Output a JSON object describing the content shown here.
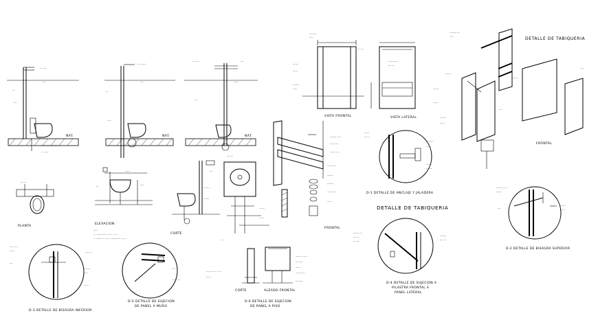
{
  "labels": {
    "detalle_tabiqueria_top": "DETALLE DE TABIQUERIA",
    "detalle_tabiqueria_mid": "DETALLE DE TABIQUERIA",
    "vista_frontal": "VISTA FRONTAL",
    "vista_lateral": "VISTA LATERAL",
    "frontal_small": "FRONTAL",
    "frontal_right": "FRONTAL",
    "planta": "PLANTA",
    "elevacion": "ELEVACION",
    "corte_mid": "CORTE",
    "corte_bottom": "CORTE",
    "alzado_frontal": "ALZADO FRONTAL",
    "nat_1": "NAT.",
    "nat_2": "NAT.",
    "nat_3": "NAT.",
    "d1": "D-1 DETALLE DE ANCLAJE Y JALADERA",
    "d2": "D-2 DETALLE DE BISAGRA SUPERIOR",
    "d3": "D-3 DETALLE DE BISAGRA INFERIOR",
    "d4_l1": "D-4 DETALLE DE SUJECION A",
    "d4_l2": "PILASTRA FRONTAL A",
    "d4_l3": "PANEL LATERAL",
    "d5_l1": "D-5 DETALLE DE SUJECION",
    "d5_l2": "DE PANEL A MURO",
    "d6_l1": "D-6 DETALLE DE SUJECION",
    "d6_l2": "DE PANEL A PISO"
  },
  "colors": {
    "line": "#000000",
    "background": "#ffffff"
  }
}
